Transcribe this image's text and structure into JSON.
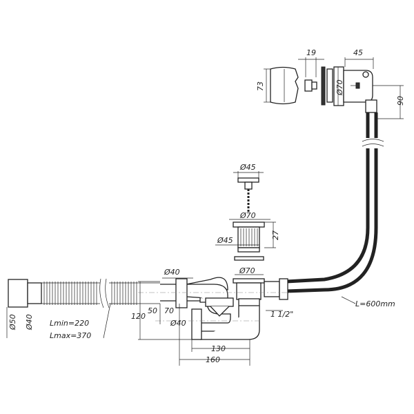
{
  "title": "Bath overflow and waste siphon technical drawing",
  "overflow": {
    "dim_19": "19",
    "dim_45": "45",
    "dim_73": "73",
    "dim_d70": "Ø70",
    "dim_90": "90"
  },
  "stopper": {
    "dim_d45_top": "Ø45",
    "dim_d70_top": "Ø70",
    "dim_27": "27",
    "dim_d45": "Ø45",
    "dim_d70_bottom": "Ø70"
  },
  "siphon": {
    "dim_d40_top": "Ø40",
    "thread": "1 1/2\"",
    "dim_120": "120",
    "dim_50": "50",
    "dim_70": "70",
    "dim_d40_bottom": "Ø40",
    "dim_130": "130",
    "dim_160": "160"
  },
  "hose": {
    "length": "L=600mm"
  },
  "corrugated": {
    "dim_d50": "Ø50",
    "dim_d40": "Ø40",
    "lmin": "Lmin=220",
    "lmax": "Lmax=370"
  }
}
